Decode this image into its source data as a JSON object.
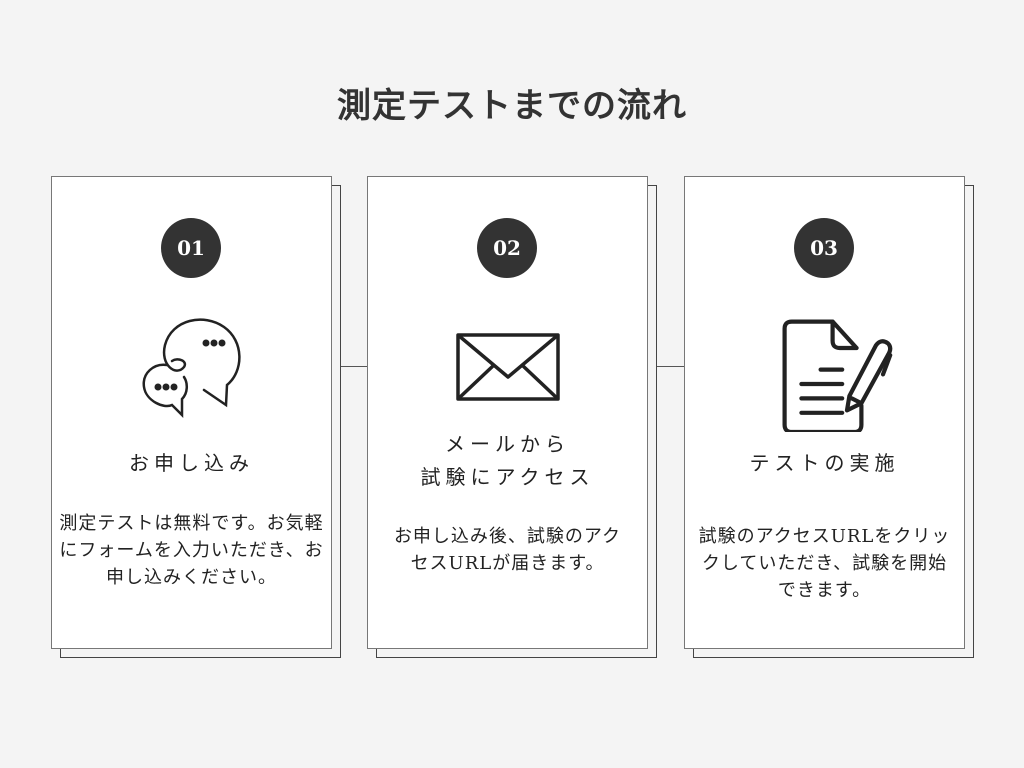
{
  "page_title": "測定テストまでの流れ",
  "steps": [
    {
      "number": "01",
      "icon": "chat-bubbles-icon",
      "title_lines": [
        "お申し込み"
      ],
      "body": "測定テストは無料です。お気軽にフォームを入力いただき、お申し込みください。"
    },
    {
      "number": "02",
      "icon": "envelope-icon",
      "title_lines": [
        "メールから",
        "試験にアクセス"
      ],
      "body": "お申し込み後、試験のアクセスURLが届きます。"
    },
    {
      "number": "03",
      "icon": "document-pen-icon",
      "title_lines": [
        "テストの実施"
      ],
      "body": "試験のアクセスURLをクリックしていただき、試験を開始できます。"
    }
  ],
  "colors": {
    "badge": "#333333",
    "background": "#f4f4f4",
    "card": "#ffffff"
  }
}
